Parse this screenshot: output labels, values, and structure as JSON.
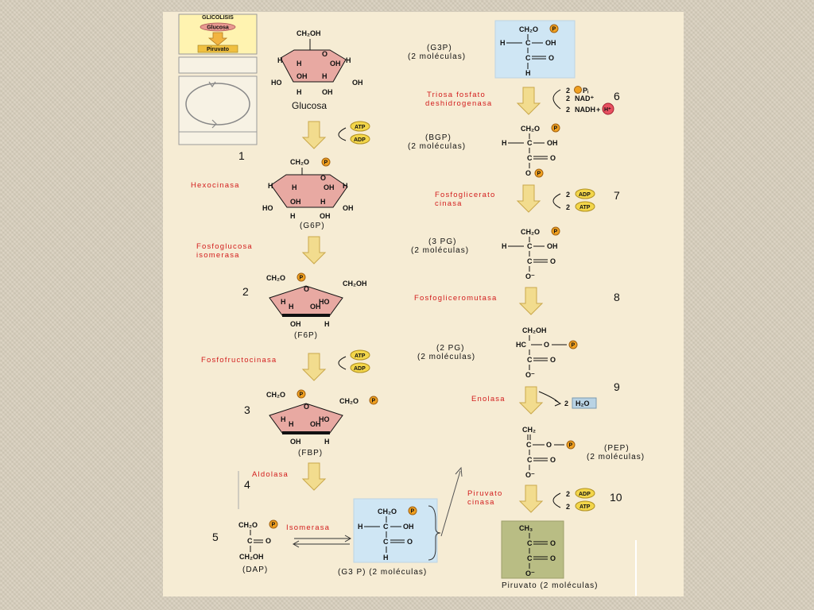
{
  "inset": {
    "title": "GLICOLISIS",
    "glucose": "Glucosa",
    "pyruvate": "Piruvato"
  },
  "molecules": {
    "glucose": "Glucosa",
    "g6p": "(G6P)",
    "f6p": "(F6P)",
    "fbp": "(FBP)",
    "dap": "(DAP)",
    "g3p_bottom": "(G3 P) (2 moléculas)",
    "g3p_top_1": "(G3P)",
    "g3p_top_2": "(2 moléculas)",
    "bgp_1": "(BGP)",
    "bgp_2": "(2 moléculas)",
    "pg3_1": "(3 PG)",
    "pg3_2": "(2 moléculas)",
    "pg2_1": "(2 PG)",
    "pg2_2": "(2 moléculas)",
    "pep_1": "(PEP)",
    "pep_2": "(2 moléculas)",
    "pyruvate": "Piruvato (2 moléculas)"
  },
  "enzymes": {
    "e1": "Hexocinasa",
    "e2a": "Fosfoglucosa",
    "e2b": "isomerasa",
    "e3": "Fosfofructocinasa",
    "e4": "Aldolasa",
    "e5": "Isomerasa",
    "e6a": "Triosa fosfato",
    "e6b": "deshidrogenasa",
    "e7a": "Fosfoglicerato",
    "e7b": "cinasa",
    "e8": "Fosfogliceromutasa",
    "e9": "Enolasa",
    "e10a": "Piruvato",
    "e10b": "cinasa"
  },
  "steps": [
    "1",
    "2",
    "3",
    "4",
    "5",
    "6",
    "7",
    "8",
    "9",
    "10"
  ],
  "cofactors": {
    "atp": "ATP",
    "adp": "ADP",
    "two": "2",
    "pi": "Pᵢ",
    "nad": "NAD⁺",
    "nadh": "NADH",
    "plus": "+",
    "h": "H⁺",
    "h2o": "H₂O"
  },
  "atoms": {
    "ch2oh": "CH₂OH",
    "ch2o": "CH₂O",
    "p": "P",
    "h": "H",
    "oh": "OH",
    "ho": "HO",
    "o": "O",
    "c": "C",
    "ominus": "O⁻",
    "ch2": "CH₂",
    "ch3": "CH₃",
    "hc": "HC"
  },
  "colors": {
    "slide_bg": "#f6ecd4",
    "ring_fill": "#e8a9a2",
    "enzyme_text": "#d21c1c",
    "arrow_fill": "#f2dc8e",
    "arrow_stroke": "#c9a74a",
    "phosphate": "#f0a020",
    "atp_fill": "#f3d64a",
    "blue_box": "#cfe6f4",
    "green_box": "#b9bd84"
  }
}
